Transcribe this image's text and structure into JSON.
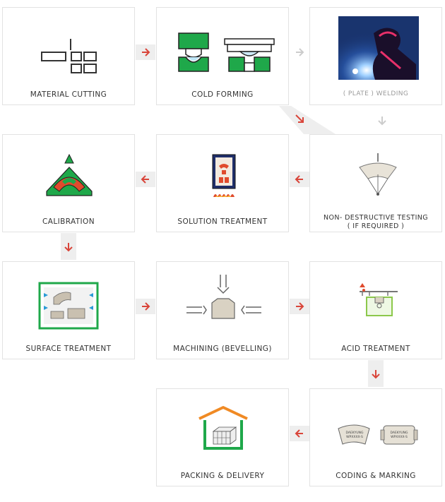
{
  "colors": {
    "arrow_active": "#d9453a",
    "arrow_inactive": "#cccccc",
    "connector_bg": "#eeeeee",
    "green": "#1fa84a",
    "red": "#e04b2d",
    "label": "#333333"
  },
  "steps": [
    {
      "id": "material-cutting",
      "label": "MATERIAL CUTTING",
      "icon": "cut-pipes-icon"
    },
    {
      "id": "cold-forming",
      "label": "COLD FORMING",
      "icon": "press-die-icon"
    },
    {
      "id": "plate-welding",
      "label": "( PLATE ) WELDING",
      "icon": "welder-photo-icon"
    },
    {
      "id": "calibration",
      "label": "CALIBRATION",
      "icon": "calibration-die-icon"
    },
    {
      "id": "solution-treatment",
      "label": "SOLUTION TREATMENT",
      "icon": "furnace-icon"
    },
    {
      "id": "ndt",
      "label": "NON- DESTRUCTIVE TESTING",
      "sublabel": "( IF  REQUIRED )",
      "icon": "xray-inspection-icon"
    },
    {
      "id": "surface-treatment",
      "label": "SURFACE TREATMENT",
      "icon": "shot-blast-chamber-icon"
    },
    {
      "id": "machining",
      "label": "MACHINING (BEVELLING)",
      "icon": "bevelling-machine-icon"
    },
    {
      "id": "acid-treatment",
      "label": "ACID TREATMENT",
      "icon": "acid-tank-icon"
    },
    {
      "id": "packing",
      "label": "PACKING & DELIVERY",
      "icon": "warehouse-crate-icon"
    },
    {
      "id": "coding",
      "label": "CODING & MARKING",
      "icon": "marked-fittings-icon"
    }
  ],
  "marking_text": [
    "DAEKYUNG",
    "WPXXXX-S"
  ]
}
